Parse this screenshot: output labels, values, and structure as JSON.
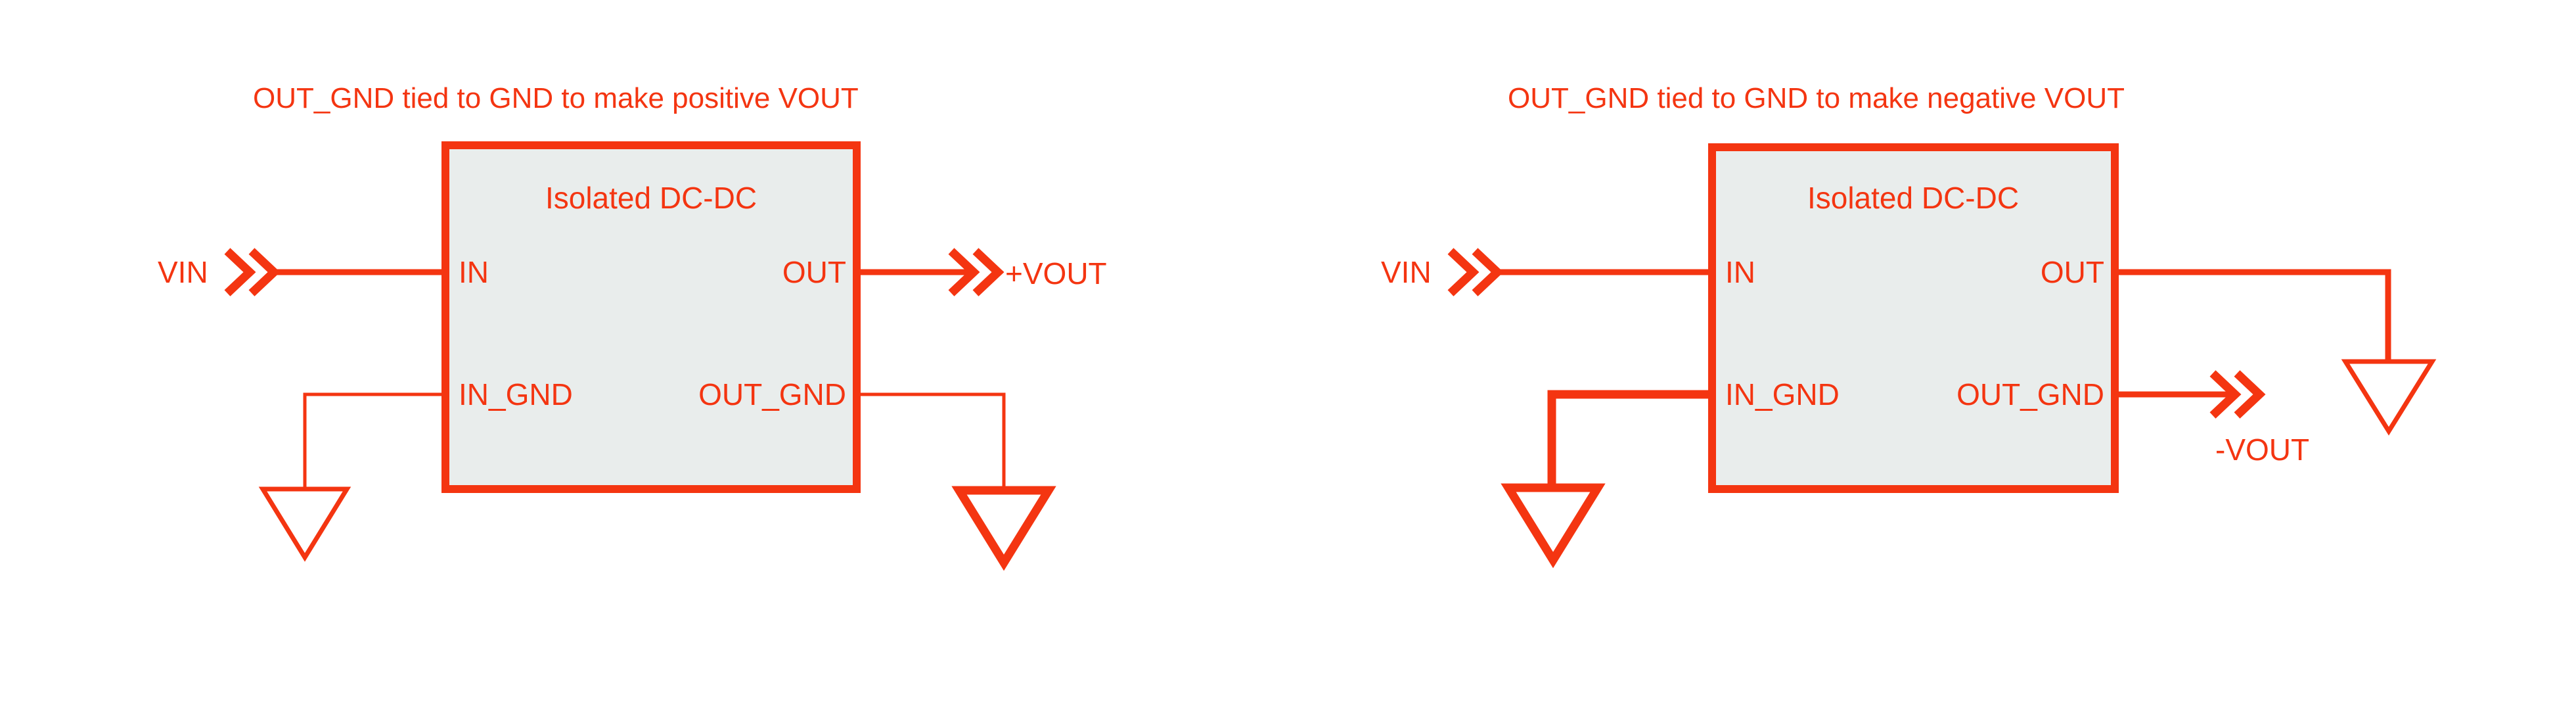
{
  "page": {
    "background": "#ffffff",
    "accent_color": "#f43511",
    "block_fill_color": "#e9edec"
  },
  "diagrams": [
    {
      "id": "positive-vout",
      "title": "OUT_GND tied to GND to make positive VOUT",
      "block": {
        "label": "Isolated DC-DC",
        "pins": {
          "in": "IN",
          "out": "OUT",
          "in_gnd": "IN_GND",
          "out_gnd": "OUT_GND"
        }
      },
      "nets": {
        "input": "VIN",
        "output": "+VOUT"
      },
      "symbols": {
        "input_connector": "double-chevron-right",
        "output_connector": "double-chevron-right",
        "in_gnd_symbol": "ground-triangle",
        "out_gnd_symbol": "ground-triangle"
      }
    },
    {
      "id": "negative-vout",
      "title": "OUT_GND tied to GND to make negative VOUT",
      "block": {
        "label": "Isolated DC-DC",
        "pins": {
          "in": "IN",
          "out": "OUT",
          "in_gnd": "IN_GND",
          "out_gnd": "OUT_GND"
        }
      },
      "nets": {
        "input": "VIN",
        "output": "-VOUT"
      },
      "symbols": {
        "input_connector": "double-chevron-right",
        "output_connector": "double-chevron-right",
        "in_gnd_symbol": "ground-triangle",
        "out_gnd_symbol": "ground-triangle"
      }
    }
  ]
}
